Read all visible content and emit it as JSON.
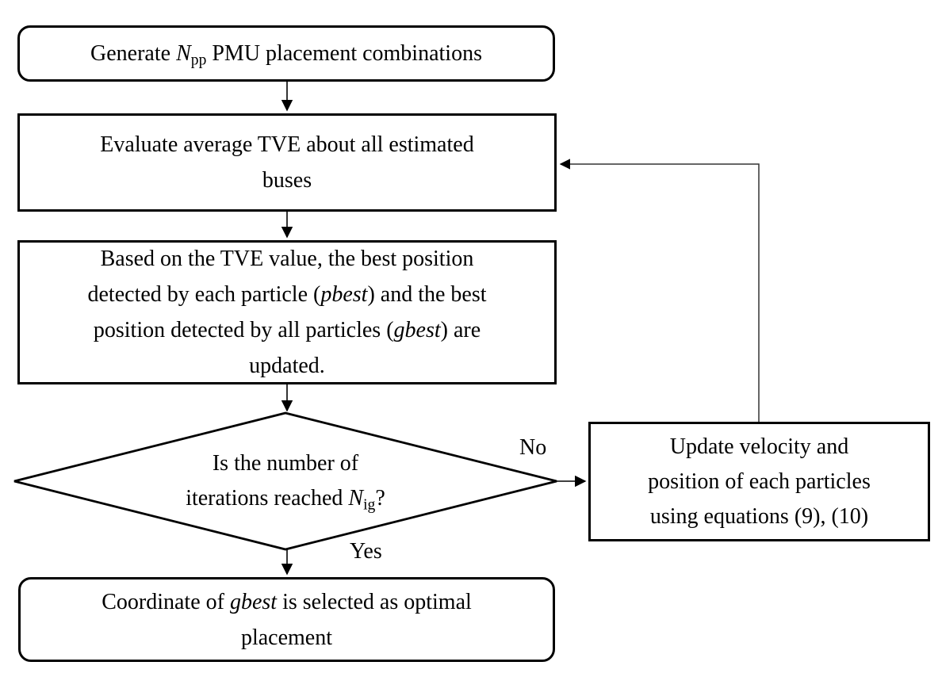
{
  "colors": {
    "ink": "#000000",
    "background": "#ffffff",
    "connector": "#333333"
  },
  "nodes": {
    "generate": {
      "pre": "Generate ",
      "var": "N",
      "sub": "pp",
      "post": " PMU placement combinations"
    },
    "evaluate": {
      "line1": "Evaluate average TVE about all estimated",
      "line2": "buses"
    },
    "update_best": {
      "line1": "Based on the TVE value, the best position",
      "line2_pre": "detected by each particle (",
      "line2_it": "pbest",
      "line2_post": ") and the best",
      "line3_pre": "position detected by all particles (",
      "line3_it": "gbest",
      "line3_post": ") are",
      "line4": "updated."
    },
    "decision": {
      "line1": "Is the number of",
      "line2_pre": "iterations reached ",
      "var": "N",
      "sub": "ig",
      "post": "?"
    },
    "update_velocity": {
      "line1": "Update velocity and",
      "line2": "position of each particles",
      "line3": "using equations (9), (10)"
    },
    "output": {
      "line1_pre": "Coordinate of ",
      "line1_it": "gbest",
      "line1_post": " is selected as optimal",
      "line2": "placement"
    }
  },
  "edge_labels": {
    "no": "No",
    "yes": "Yes"
  }
}
